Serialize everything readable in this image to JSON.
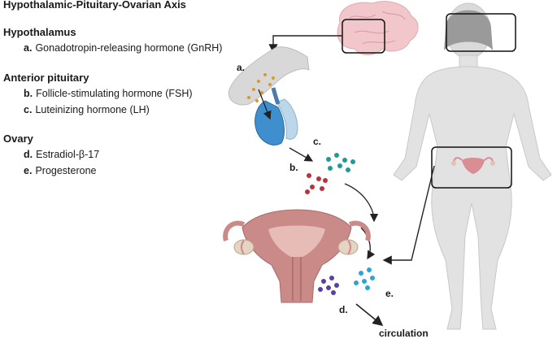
{
  "title": "Hypothalamic-Pituitary-Ovarian Axis",
  "sections": [
    {
      "heading": "Hypothalamus",
      "items": [
        {
          "letter": "a.",
          "text": "Gonadotropin-releasing hormone (GnRH)"
        }
      ]
    },
    {
      "heading": "Anterior pituitary",
      "items": [
        {
          "letter": "b.",
          "text": "Follicle-stimulating hormone (FSH)"
        },
        {
          "letter": "c.",
          "text": "Luteinizing hormone (LH)"
        }
      ]
    },
    {
      "heading": "Ovary",
      "items": [
        {
          "letter": "d.",
          "text": "Estradiol-β-17"
        },
        {
          "letter": "e.",
          "text": "Progesterone"
        }
      ]
    }
  ],
  "diagram_labels": {
    "a": "a.",
    "b": "b.",
    "c": "c.",
    "d": "d.",
    "e": "e.",
    "circulation": "circulation"
  },
  "colors": {
    "fsh_dots": "#b8323c",
    "lh_dots": "#1f9a9a",
    "estradiol_dots": "#5a3ea3",
    "progesterone_dots": "#2aa6d6",
    "gnrh_dots": "#d99a2b",
    "body": "#e2e2e2",
    "brain": "#f2c7cc",
    "uterus": "#c98a88"
  },
  "icons": [
    "brain-icon",
    "pituitary-icon",
    "uterus-icon",
    "human-body-icon"
  ]
}
